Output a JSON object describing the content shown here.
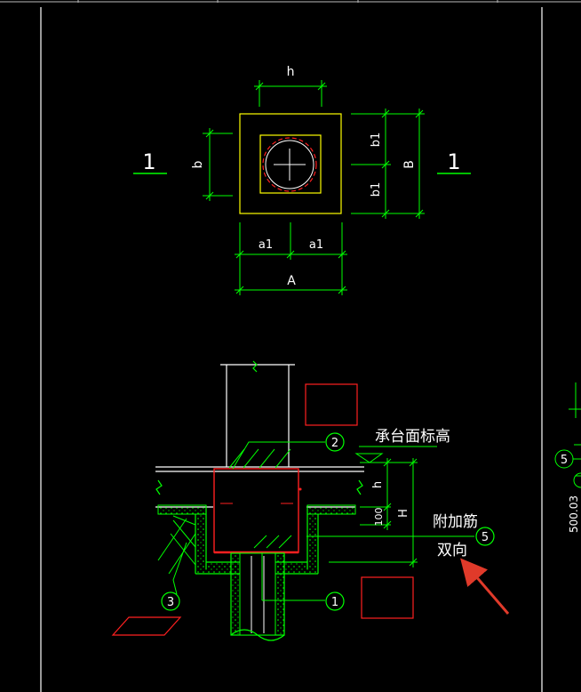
{
  "drawing": {
    "plan": {
      "dim_h": "h",
      "dim_b": "b",
      "dim_b1_top": "b1",
      "dim_b1_bottom": "b1",
      "dim_B": "B",
      "dim_a1_left": "a1",
      "dim_a1_right": "a1",
      "dim_A": "A",
      "section_mark_left": "1",
      "section_mark_right": "1"
    },
    "section": {
      "label_cap_top_elevation": "承台面标高",
      "label_dim_h": "h",
      "label_dim_H": "H",
      "label_dim_100": "100",
      "label_additional_rebar": "附加筋",
      "label_two_way": "双向",
      "callouts": [
        "2",
        "5",
        "3",
        "1"
      ],
      "side_callout": "5",
      "side_text": "500.03"
    },
    "colors": {
      "background": "#000000",
      "dimension": "#00ff00",
      "outline": "#ffffff",
      "cap": "#ffff00",
      "rebar": "#ff0000",
      "annotation": "#ff3b30"
    }
  }
}
